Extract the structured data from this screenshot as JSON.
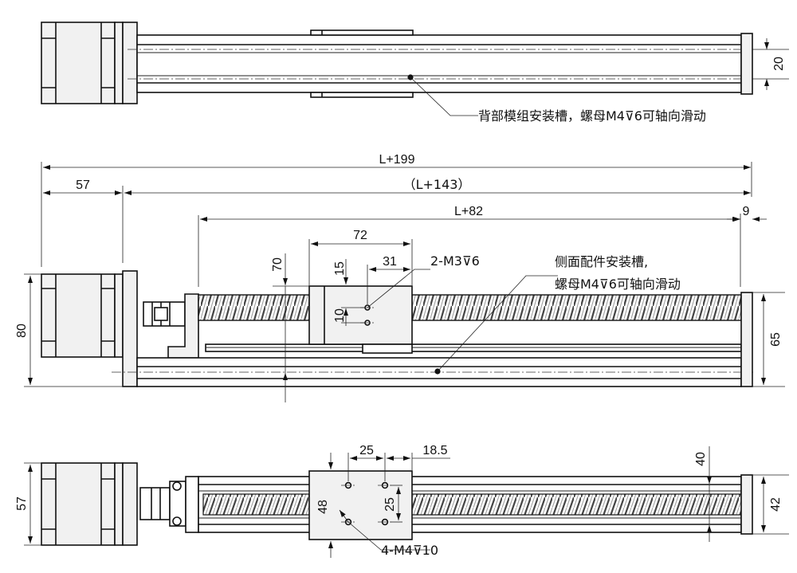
{
  "top_view": {
    "dim_20": "20",
    "note": "背部模组安装槽，螺母M4⊽6可轴向滑动"
  },
  "side_view": {
    "dim_total": "L+199",
    "dim_rail": "（L+143）",
    "dim_motor": "57",
    "dim_stroke": "L+82",
    "dim_end": "9",
    "dim_carriage": "72",
    "dim_31": "31",
    "dim_70": "70",
    "dim_15": "15",
    "dim_10": "10",
    "dim_80": "80",
    "dim_65": "65",
    "hole_label": "2-M3⊽6",
    "note_line1": "侧面配件安装槽,",
    "note_line2": "螺母M4⊽6可轴向滑动"
  },
  "bottom_view": {
    "dim_25": "25",
    "dim_18_5": "18.5",
    "dim_40": "40",
    "dim_48": "48",
    "dim_25v": "25",
    "dim_57": "57",
    "dim_42": "42",
    "hole_label": "4-M4⊽10"
  }
}
